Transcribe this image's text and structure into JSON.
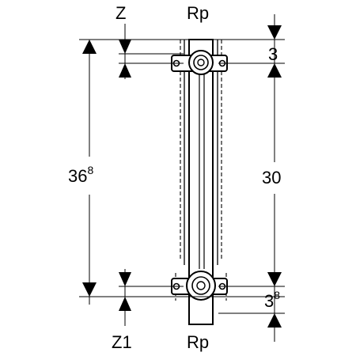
{
  "labels": {
    "z": "Z",
    "rp_top": "Rp",
    "rp_bottom": "Rp",
    "z1": "Z1",
    "left_dim_main": "36",
    "left_dim_sup": "8",
    "right_dim_mid": "30",
    "right_dim_top": "3",
    "right_dim_bottom_main": "3",
    "right_dim_bottom_sup": "8"
  }
}
